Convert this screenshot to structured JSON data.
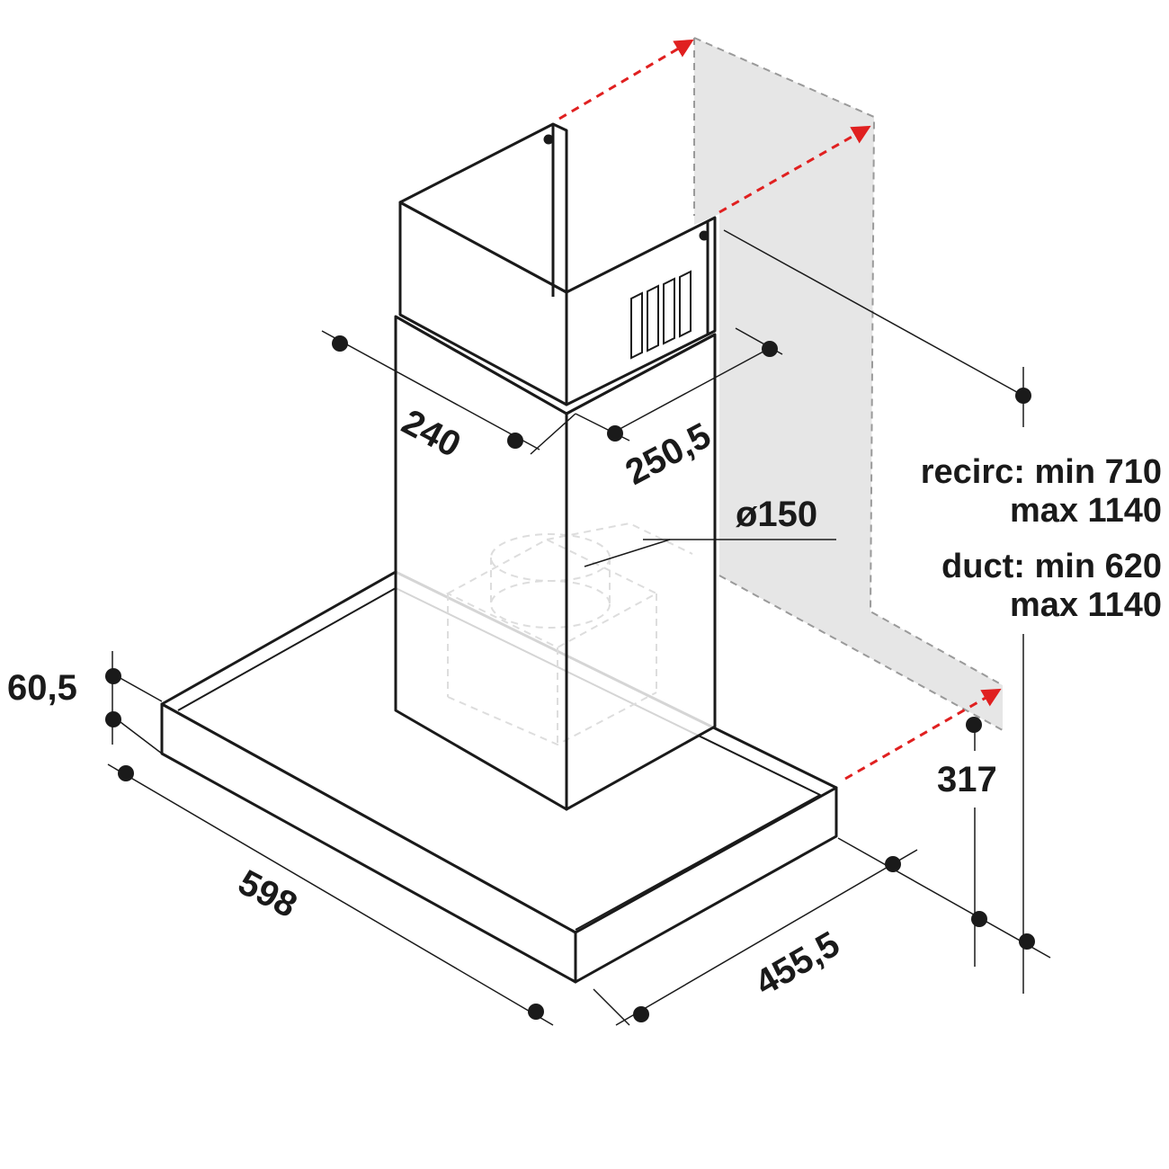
{
  "diagram": {
    "dimensions": {
      "chimney_width": "240",
      "chimney_depth": "250,5",
      "duct_diameter": "ø150",
      "canopy_height": "60,5",
      "canopy_width": "598",
      "canopy_depth": "455,5",
      "wall_offset": "317"
    },
    "height_notes": {
      "recirc_line1": "recirc: min 710",
      "recirc_line2": "max 1140",
      "duct_line1": "duct: min 620",
      "duct_line2": "max 1140"
    },
    "colors": {
      "outline": "#1a1a1a",
      "wall": "#e6e6e6",
      "arrow": "#e02020"
    }
  }
}
